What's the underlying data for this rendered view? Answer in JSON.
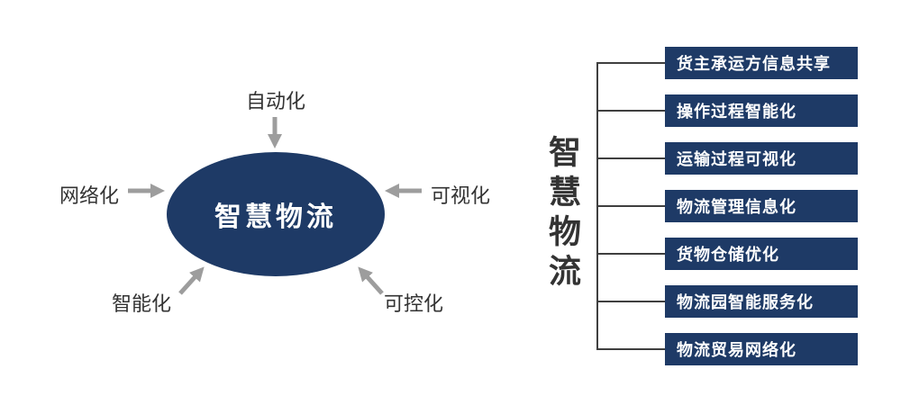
{
  "colors": {
    "navy": "#1e3a66",
    "arrow": "#9d9d9d",
    "line": "#3f3f3f",
    "text": "#333333"
  },
  "hub": {
    "label": "智慧物流"
  },
  "factors": [
    {
      "label": "自动化",
      "position": "top"
    },
    {
      "label": "网络化",
      "position": "left"
    },
    {
      "label": "可视化",
      "position": "right"
    },
    {
      "label": "智能化",
      "position": "bottom-left"
    },
    {
      "label": "可控化",
      "position": "bottom-right"
    }
  ],
  "right": {
    "title": "智慧物流",
    "items": [
      "货主承运方信息共享",
      "操作过程智能化",
      "运输过程可视化",
      "物流管理信息化",
      "货物仓储优化",
      "物流园智能服务化",
      "物流贸易网络化"
    ]
  }
}
